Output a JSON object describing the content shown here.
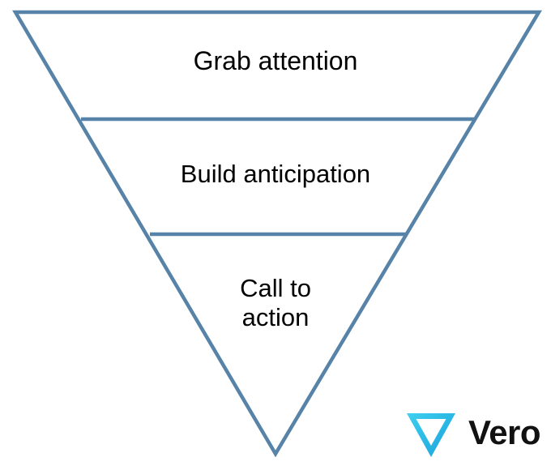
{
  "diagram": {
    "type": "inverted-funnel",
    "title": "",
    "stroke_color": "#5783a8",
    "background_color": "#ffffff",
    "text_color": "#000000",
    "stages": [
      {
        "id": "grab-attention",
        "label": "Grab attention",
        "order": 1
      },
      {
        "id": "build-anticipation",
        "label": "Build anticipation",
        "order": 2
      },
      {
        "id": "call-to-action",
        "label": "Call to\naction",
        "order": 3
      }
    ]
  },
  "brand": {
    "name": "Vero",
    "mark_icon": "vero-triangle-icon",
    "mark_gradient_from": "#3fd0ef",
    "mark_gradient_to": "#1e9fd8",
    "name_color": "#111111"
  }
}
